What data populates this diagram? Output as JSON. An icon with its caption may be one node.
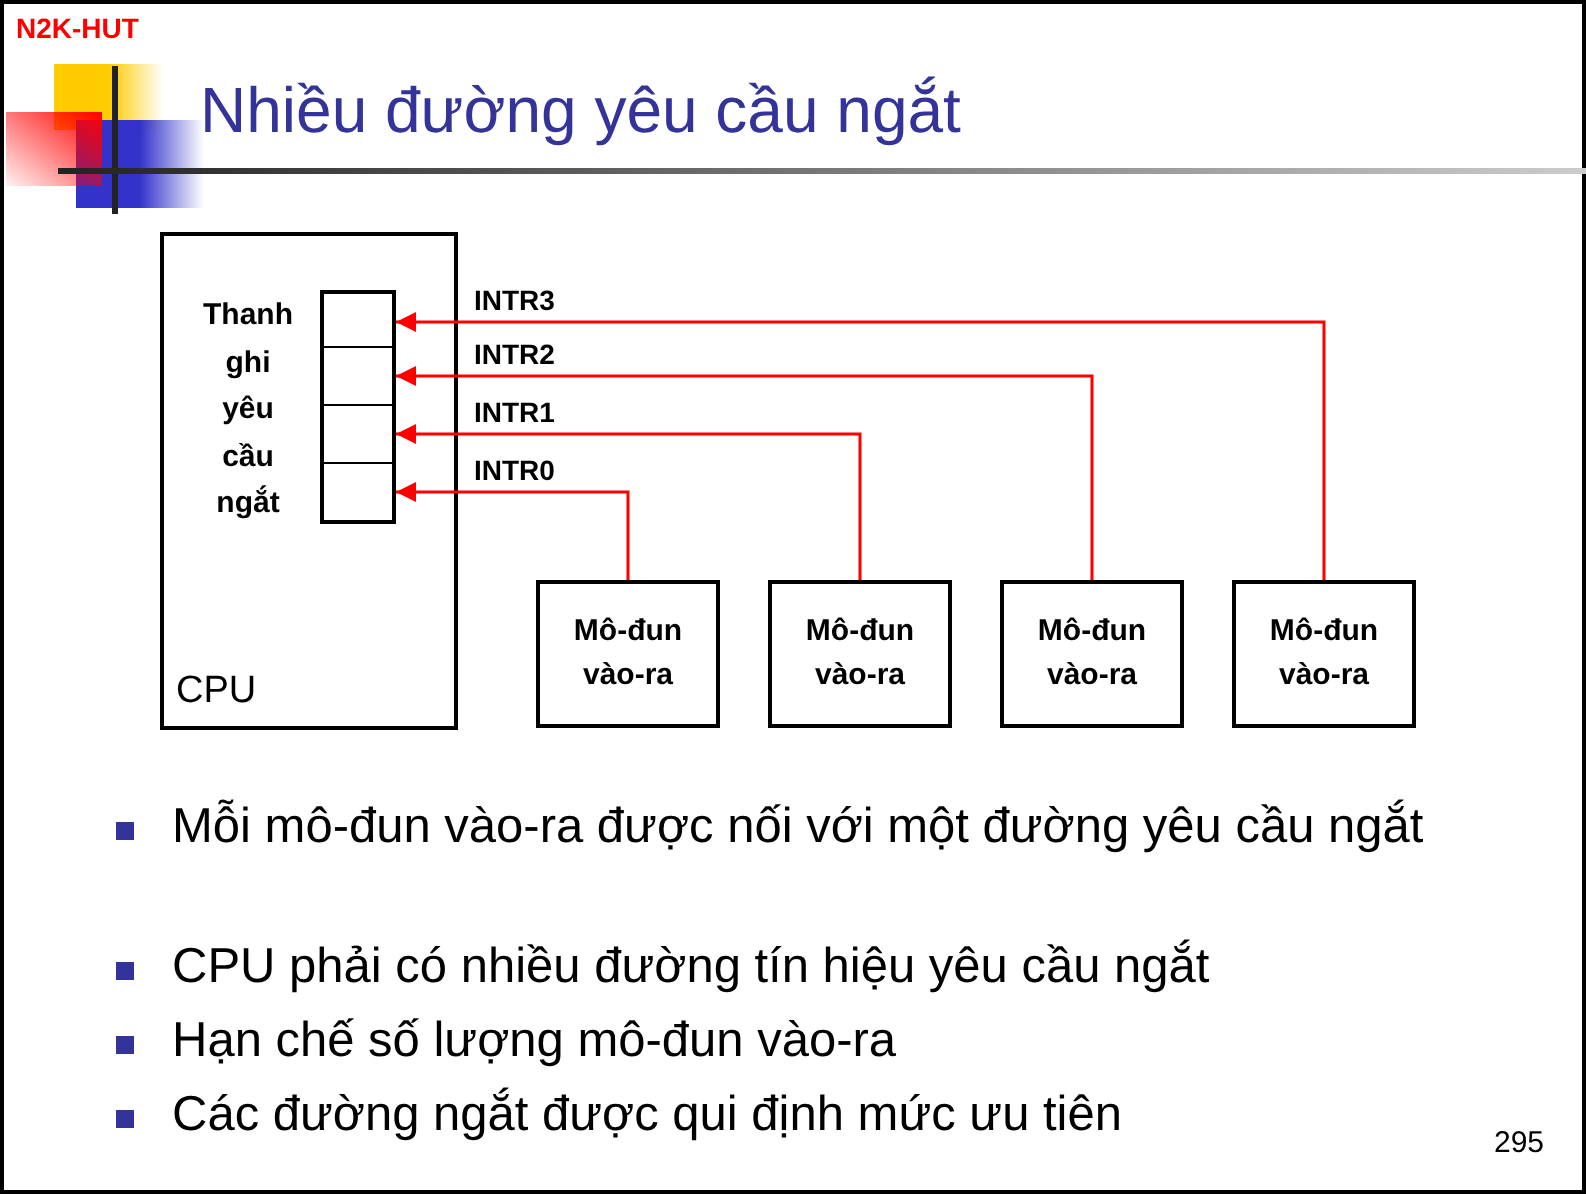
{
  "diagram": {
    "title": "Nhiều đường yêu cầu ngắt",
    "nodes": [
      {
        "text": [
          "Thanh ghi yêu cầu ngắt",
          "CPU"
        ]
      },
      {
        "text": [],
        "shape": "box",
        "in": 0
      },
      {
        "text": [],
        "shape": "box",
        "in": 0
      },
      {
        "text": [],
        "shape": "box",
        "in": 0
      },
      {
        "text": [],
        "shape": "box",
        "in": 0
      },
      {
        "text": [
          "Mô-đun vào-ra"
        ]
      },
      {
        "text": [
          "Mô-đun vào-ra"
        ]
      },
      {
        "text": [
          "Mô-đun vào-ra"
        ]
      },
      {
        "text": [
          "Mô-đun vào-ra"
        ]
      }
    ],
    "edges": [
      {
        "from": 5,
        "to": 4,
        "arrow": "to",
        "label": "INTR0"
      },
      {
        "from": 6,
        "to": 3,
        "arrow": "to",
        "label": "INTR1"
      },
      {
        "from": 7,
        "to": 2,
        "arrow": "to",
        "label": "INTR2"
      },
      {
        "from": 8,
        "to": 1,
        "arrow": "to",
        "label": "INTR3"
      }
    ],
    "labels": [
      "N2K-HUT",
      "Mỗi mô-đun vào-ra được nối với một đường yêu cầu ngắt",
      "CPU phải có nhiều đường tín hiệu yêu cầu ngắt",
      "Hạn chế số lượng mô-đun vào-ra",
      "Các đường ngắt được qui định mức ưu tiên",
      "295"
    ]
  }
}
